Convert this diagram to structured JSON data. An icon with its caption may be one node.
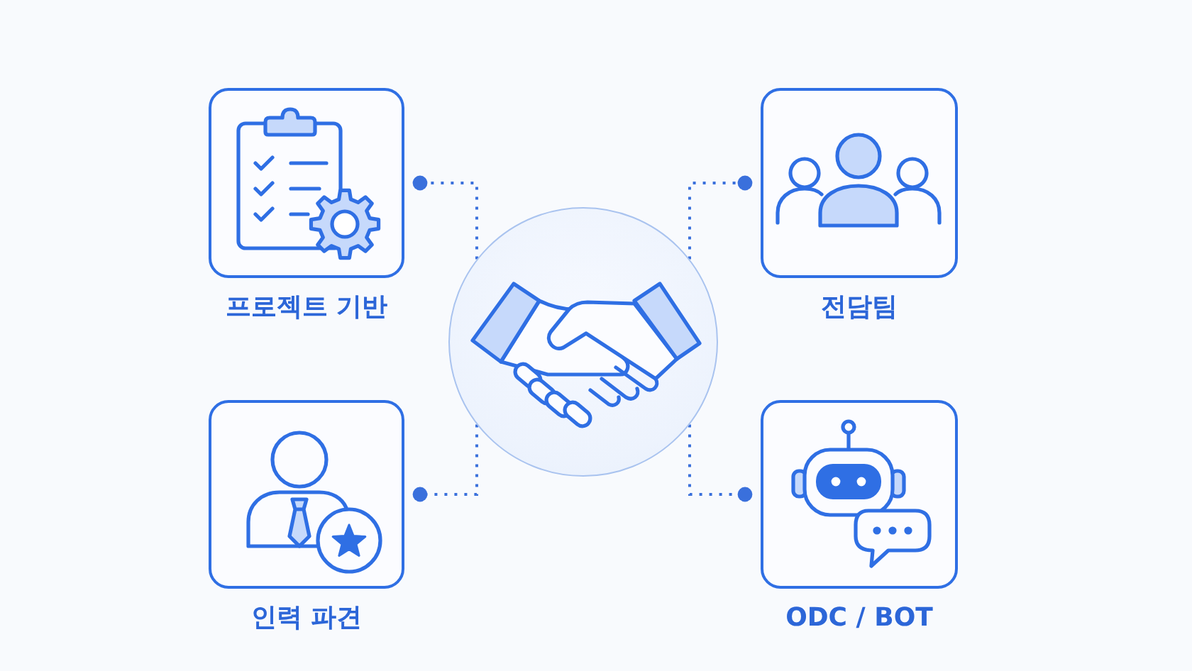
{
  "diagram": {
    "nodes": [
      {
        "text": [
          "프로젝트 기반"
        ]
      },
      {
        "text": [
          "전담팀"
        ]
      },
      {
        "text": [],
        "shape": "circle"
      },
      {
        "text": [
          "인력 파견"
        ]
      },
      {
        "text": [
          "ODC / BOT"
        ]
      }
    ],
    "edges": [
      {
        "from": 2,
        "to": 0,
        "arrow": "other",
        "style": "dashed"
      },
      {
        "from": 2,
        "to": 1,
        "arrow": "other",
        "style": "dashed"
      },
      {
        "from": 2,
        "to": 3,
        "arrow": "other",
        "style": "dashed"
      },
      {
        "from": 2,
        "to": 4,
        "arrow": "other",
        "style": "dashed"
      }
    ]
  }
}
